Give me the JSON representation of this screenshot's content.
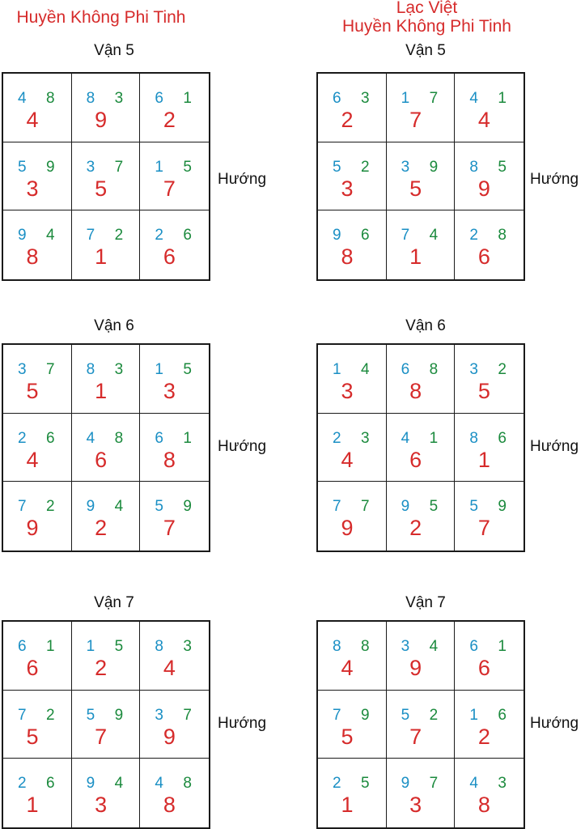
{
  "titles": {
    "left": "Huyền Không Phi Tinh",
    "right_line1": "Lạc Việt",
    "right_line2": "Huyền Không Phi Tinh"
  },
  "direction_label": "Hướng",
  "colors": {
    "title": "#d62b2b",
    "mountain_star": "#1a8fc4",
    "water_star": "#1b8a3d",
    "base_star": "#d62b2b",
    "grid_line": "#1a1a1a"
  },
  "left_column": [
    {
      "title": "Vận 5",
      "cells": [
        [
          "4",
          "8",
          "4"
        ],
        [
          "8",
          "3",
          "9"
        ],
        [
          "6",
          "1",
          "2"
        ],
        [
          "5",
          "9",
          "3"
        ],
        [
          "3",
          "7",
          "5"
        ],
        [
          "1",
          "5",
          "7"
        ],
        [
          "9",
          "4",
          "8"
        ],
        [
          "7",
          "2",
          "1"
        ],
        [
          "2",
          "6",
          "6"
        ]
      ]
    },
    {
      "title": "Vận 6",
      "cells": [
        [
          "3",
          "7",
          "5"
        ],
        [
          "8",
          "3",
          "1"
        ],
        [
          "1",
          "5",
          "3"
        ],
        [
          "2",
          "6",
          "4"
        ],
        [
          "4",
          "8",
          "6"
        ],
        [
          "6",
          "1",
          "8"
        ],
        [
          "7",
          "2",
          "9"
        ],
        [
          "9",
          "4",
          "2"
        ],
        [
          "5",
          "9",
          "7"
        ]
      ]
    },
    {
      "title": "Vận 7",
      "cells": [
        [
          "6",
          "1",
          "6"
        ],
        [
          "1",
          "5",
          "2"
        ],
        [
          "8",
          "3",
          "4"
        ],
        [
          "7",
          "2",
          "5"
        ],
        [
          "5",
          "9",
          "7"
        ],
        [
          "3",
          "7",
          "9"
        ],
        [
          "2",
          "6",
          "1"
        ],
        [
          "9",
          "4",
          "3"
        ],
        [
          "4",
          "8",
          "8"
        ]
      ]
    }
  ],
  "right_column": [
    {
      "title": "Vận 5",
      "cells": [
        [
          "6",
          "3",
          "2"
        ],
        [
          "1",
          "7",
          "7"
        ],
        [
          "4",
          "1",
          "4"
        ],
        [
          "5",
          "2",
          "3"
        ],
        [
          "3",
          "9",
          "5"
        ],
        [
          "8",
          "5",
          "9"
        ],
        [
          "9",
          "6",
          "8"
        ],
        [
          "7",
          "4",
          "1"
        ],
        [
          "2",
          "8",
          "6"
        ]
      ]
    },
    {
      "title": "Vận 6",
      "cells": [
        [
          "1",
          "4",
          "3"
        ],
        [
          "6",
          "8",
          "8"
        ],
        [
          "3",
          "2",
          "5"
        ],
        [
          "2",
          "3",
          "4"
        ],
        [
          "4",
          "1",
          "6"
        ],
        [
          "8",
          "6",
          "1"
        ],
        [
          "7",
          "7",
          "9"
        ],
        [
          "9",
          "5",
          "2"
        ],
        [
          "5",
          "9",
          "7"
        ]
      ]
    },
    {
      "title": "Vận 7",
      "cells": [
        [
          "8",
          "8",
          "4"
        ],
        [
          "3",
          "4",
          "9"
        ],
        [
          "6",
          "1",
          "6"
        ],
        [
          "7",
          "9",
          "5"
        ],
        [
          "5",
          "2",
          "7"
        ],
        [
          "1",
          "6",
          "2"
        ],
        [
          "2",
          "5",
          "1"
        ],
        [
          "9",
          "7",
          "3"
        ],
        [
          "4",
          "3",
          "8"
        ]
      ]
    }
  ]
}
